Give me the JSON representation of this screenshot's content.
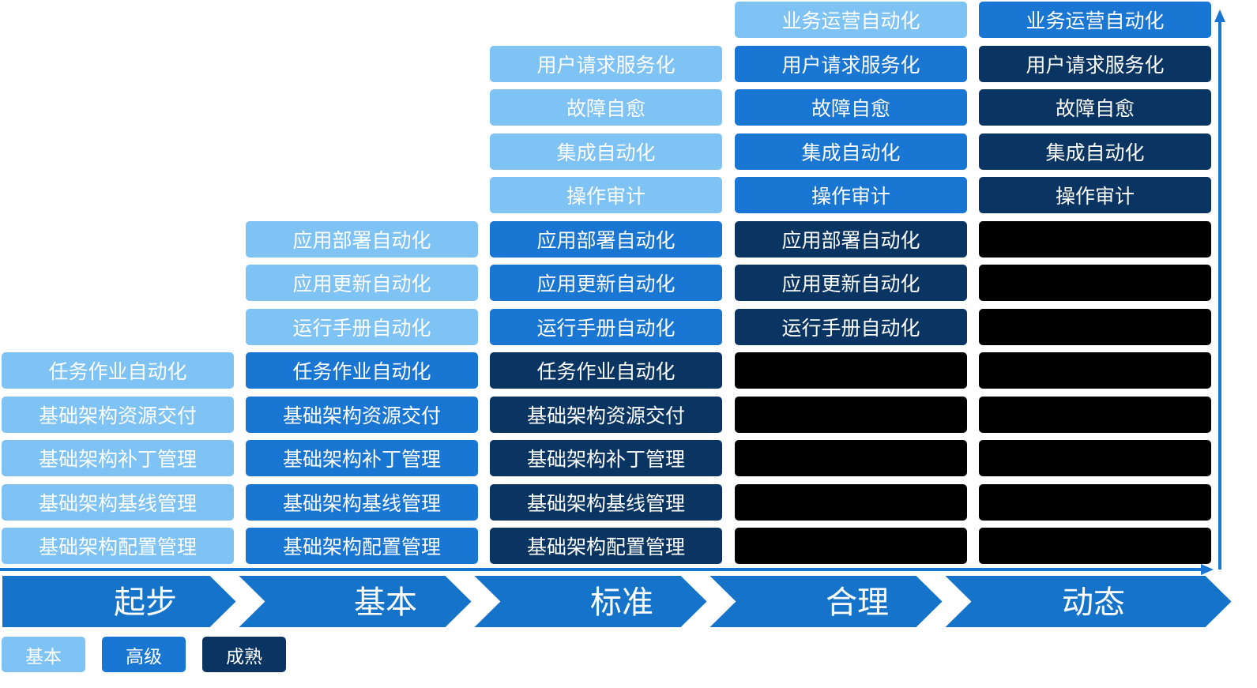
{
  "colors": {
    "basic": "#7fc3f5",
    "advanced": "#1976d2",
    "mature": "#0a3563",
    "hidden": "#000000",
    "band": "#1573c9",
    "axis": "#1976d2"
  },
  "stages": [
    "起步",
    "基本",
    "标准",
    "合理",
    "动态"
  ],
  "legend": [
    {
      "label": "基本",
      "tier": "basic"
    },
    {
      "label": "高级",
      "tier": "advanced"
    },
    {
      "label": "成熟",
      "tier": "mature"
    }
  ],
  "columns": [
    {
      "stage": "起步",
      "cells": [
        {
          "label": "任务作业自动化",
          "tier": "basic"
        },
        {
          "label": "基础架构资源交付",
          "tier": "basic"
        },
        {
          "label": "基础架构补丁管理",
          "tier": "basic"
        },
        {
          "label": "基础架构基线管理",
          "tier": "basic"
        },
        {
          "label": "基础架构配置管理",
          "tier": "basic"
        }
      ]
    },
    {
      "stage": "基本",
      "cells": [
        {
          "label": "应用部署自动化",
          "tier": "basic"
        },
        {
          "label": "应用更新自动化",
          "tier": "basic"
        },
        {
          "label": "运行手册自动化",
          "tier": "basic"
        },
        {
          "label": "任务作业自动化",
          "tier": "advanced"
        },
        {
          "label": "基础架构资源交付",
          "tier": "advanced"
        },
        {
          "label": "基础架构补丁管理",
          "tier": "advanced"
        },
        {
          "label": "基础架构基线管理",
          "tier": "advanced"
        },
        {
          "label": "基础架构配置管理",
          "tier": "advanced"
        }
      ]
    },
    {
      "stage": "标准",
      "cells": [
        {
          "label": "用户请求服务化",
          "tier": "basic"
        },
        {
          "label": "故障自愈",
          "tier": "basic"
        },
        {
          "label": "集成自动化",
          "tier": "basic"
        },
        {
          "label": "操作审计",
          "tier": "basic"
        },
        {
          "label": "应用部署自动化",
          "tier": "advanced"
        },
        {
          "label": "应用更新自动化",
          "tier": "advanced"
        },
        {
          "label": "运行手册自动化",
          "tier": "advanced"
        },
        {
          "label": "任务作业自动化",
          "tier": "mature"
        },
        {
          "label": "基础架构资源交付",
          "tier": "mature"
        },
        {
          "label": "基础架构补丁管理",
          "tier": "mature"
        },
        {
          "label": "基础架构基线管理",
          "tier": "mature"
        },
        {
          "label": "基础架构配置管理",
          "tier": "mature"
        }
      ]
    },
    {
      "stage": "合理",
      "cells": [
        {
          "label": "业务运营自动化",
          "tier": "basic"
        },
        {
          "label": "用户请求服务化",
          "tier": "advanced"
        },
        {
          "label": "故障自愈",
          "tier": "advanced"
        },
        {
          "label": "集成自动化",
          "tier": "advanced"
        },
        {
          "label": "操作审计",
          "tier": "advanced"
        },
        {
          "label": "应用部署自动化",
          "tier": "mature"
        },
        {
          "label": "应用更新自动化",
          "tier": "mature"
        },
        {
          "label": "运行手册自动化",
          "tier": "mature"
        },
        {
          "label": "",
          "tier": "hidden"
        },
        {
          "label": "",
          "tier": "hidden"
        },
        {
          "label": "",
          "tier": "hidden"
        },
        {
          "label": "",
          "tier": "hidden"
        },
        {
          "label": "",
          "tier": "hidden"
        }
      ]
    },
    {
      "stage": "动态",
      "cells": [
        {
          "label": "业务运营自动化",
          "tier": "advanced"
        },
        {
          "label": "用户请求服务化",
          "tier": "mature"
        },
        {
          "label": "故障自愈",
          "tier": "mature"
        },
        {
          "label": "集成自动化",
          "tier": "mature"
        },
        {
          "label": "操作审计",
          "tier": "mature"
        },
        {
          "label": "",
          "tier": "hidden"
        },
        {
          "label": "",
          "tier": "hidden"
        },
        {
          "label": "",
          "tier": "hidden"
        },
        {
          "label": "",
          "tier": "hidden"
        },
        {
          "label": "",
          "tier": "hidden"
        },
        {
          "label": "",
          "tier": "hidden"
        },
        {
          "label": "",
          "tier": "hidden"
        },
        {
          "label": "",
          "tier": "hidden"
        }
      ]
    }
  ]
}
